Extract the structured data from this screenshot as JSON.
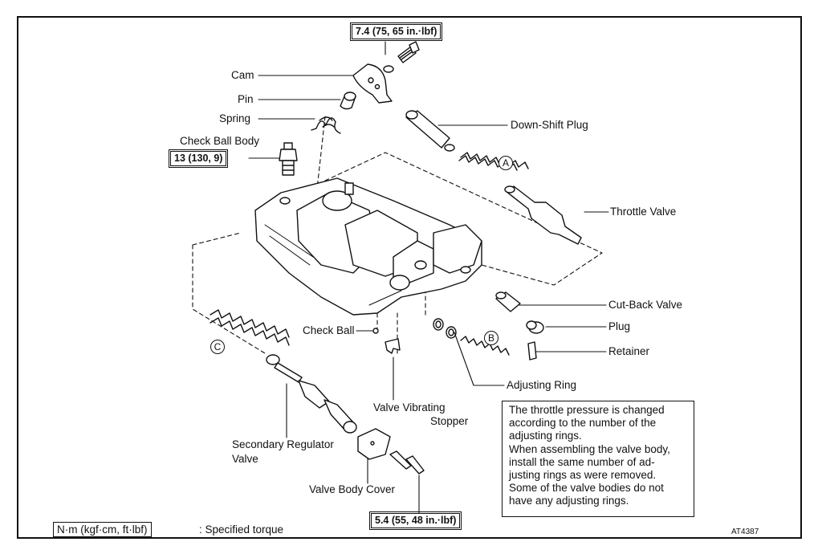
{
  "labels": {
    "cam": "Cam",
    "pin": "Pin",
    "spring": "Spring",
    "check_ball_body": "Check Ball Body",
    "down_shift_plug": "Down-Shift Plug",
    "throttle_valve": "Throttle Valve",
    "cut_back_valve": "Cut-Back Valve",
    "plug": "Plug",
    "retainer": "Retainer",
    "check_ball": "Check Ball",
    "adjusting_ring": "Adjusting Ring",
    "valve_vibrating_stopper": [
      "Valve Vibrating",
      "Stopper"
    ],
    "secondary_regulator_valve": [
      "Secondary Regulator",
      "Valve"
    ],
    "valve_body_cover": "Valve Body Cover"
  },
  "torques": {
    "top": "7.4 (75, 65 in.·lbf)",
    "check_ball_body": "13 (130, 9)",
    "cover": "5.4 (55, 48 in.·lbf)"
  },
  "markers": {
    "a": "A",
    "b": "B",
    "c": "C"
  },
  "note": [
    "The throttle pressure is changed",
    "according to the number of the",
    "adjusting rings.",
    "When assembling the valve body,",
    "install the same number of ad-",
    "justing rings as were removed.",
    "Some of the valve bodies do not",
    "have any adjusting rings."
  ],
  "legend": {
    "unit": "N·m (kgf·cm, ft·lbf)",
    "text": ":  Specified torque"
  },
  "ref_code": "AT4387"
}
